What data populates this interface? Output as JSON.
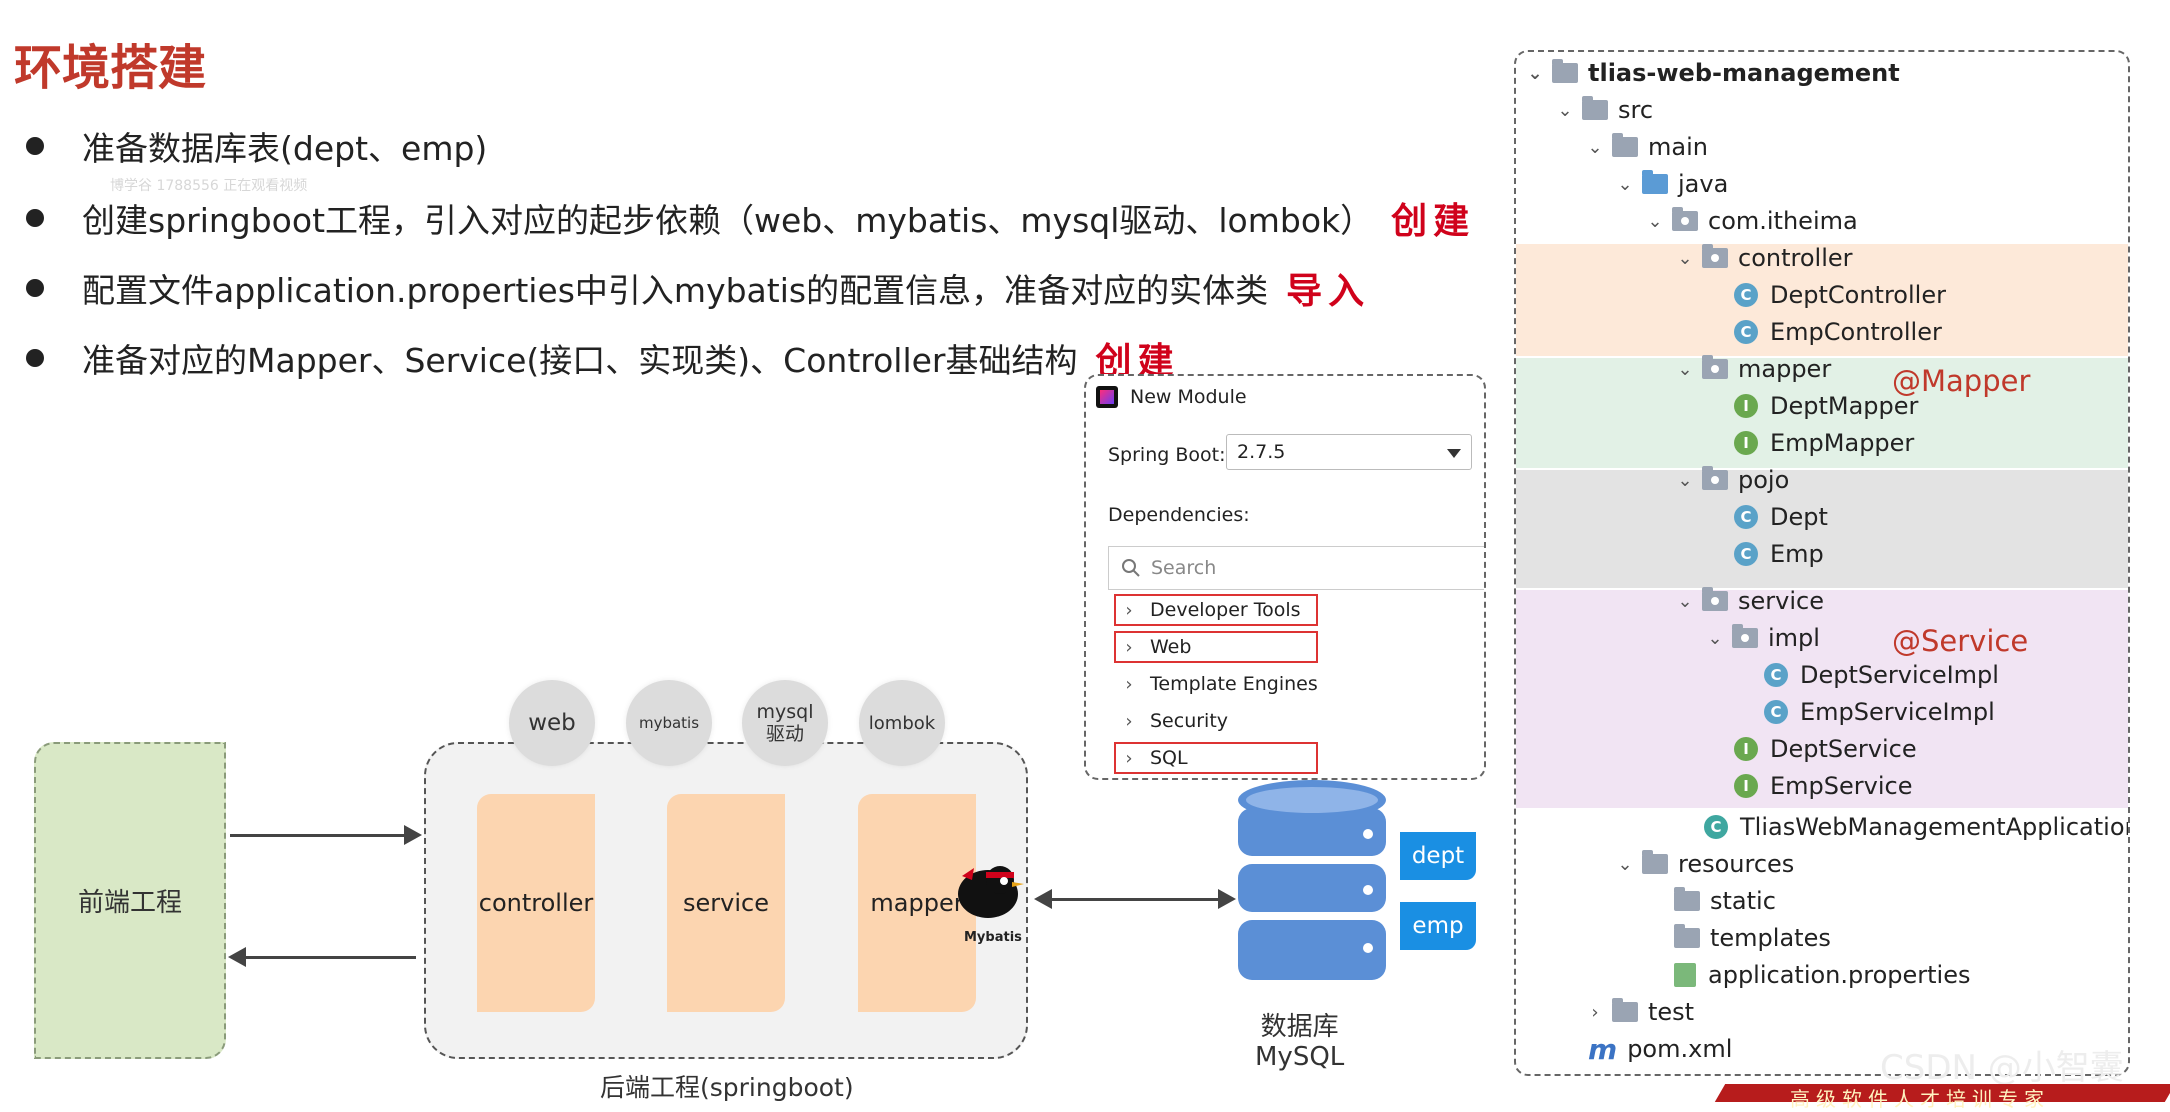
{
  "title": "环境搭建",
  "watermark_small": "博学谷 1788556 正在观看视频",
  "bullets": [
    {
      "text": "准备数据库表(dept、emp)",
      "note": ""
    },
    {
      "text": "创建springboot工程，引入对应的起步依赖（web、mybatis、mysql驱动、lombok）",
      "note": "创建"
    },
    {
      "text": "配置文件application.properties中引入mybatis的配置信息，准备对应的实体类",
      "note": "导入"
    },
    {
      "text": "准备对应的Mapper、Service(接口、实现类)、Controller基础结构",
      "note": "创建"
    }
  ],
  "diagram": {
    "frontend_label": "前端工程",
    "backend_caption": "后端工程(springboot)",
    "dependencies": [
      "web",
      "mybatis",
      "mysql\n驱动",
      "lombok"
    ],
    "layers": [
      "controller",
      "service",
      "mapper"
    ],
    "mybatis_logo_label": "Mybatis",
    "db_caption_line1": "数据库",
    "db_caption_line2": "MySQL",
    "tables": [
      "dept",
      "emp"
    ]
  },
  "dialog": {
    "title": "New Module",
    "spring_boot_label": "Spring Boot:",
    "spring_boot_version": "2.7.5",
    "dependencies_label": "Dependencies:",
    "search_placeholder": "Search",
    "items": [
      {
        "label": "Developer Tools",
        "boxed": true
      },
      {
        "label": "Web",
        "boxed": true
      },
      {
        "label": "Template Engines",
        "boxed": false
      },
      {
        "label": "Security",
        "boxed": false
      },
      {
        "label": "SQL",
        "boxed": true
      }
    ]
  },
  "tree": {
    "root": "tlias-web-management",
    "src": "src",
    "main": "main",
    "java": "java",
    "package": "com.itheima",
    "controller_pkg": "controller",
    "controller_classes": [
      "DeptController",
      "EmpController"
    ],
    "mapper_pkg": "mapper",
    "mapper_annotation": "@Mapper",
    "mapper_interfaces": [
      "DeptMapper",
      "EmpMapper"
    ],
    "pojo_pkg": "pojo",
    "pojo_classes": [
      "Dept",
      "Emp"
    ],
    "service_pkg": "service",
    "impl_pkg": "impl",
    "service_annotation": "@Service",
    "impl_classes": [
      "DeptServiceImpl",
      "EmpServiceImpl"
    ],
    "service_interfaces": [
      "DeptService",
      "EmpService"
    ],
    "app_class": "TliasWebManagementApplication",
    "resources": "resources",
    "static": "static",
    "templates": "templates",
    "app_properties": "application.properties",
    "test": "test",
    "pom": "pom.xml"
  },
  "bands": {
    "controller": "#fde9d9",
    "mapper": "#e2f1e6",
    "pojo": "#e3e3e3",
    "service": "#f1e4f3"
  },
  "csdn_watermark": "CSDN @小智囊",
  "banner_text": "高级软件人才培训专家"
}
